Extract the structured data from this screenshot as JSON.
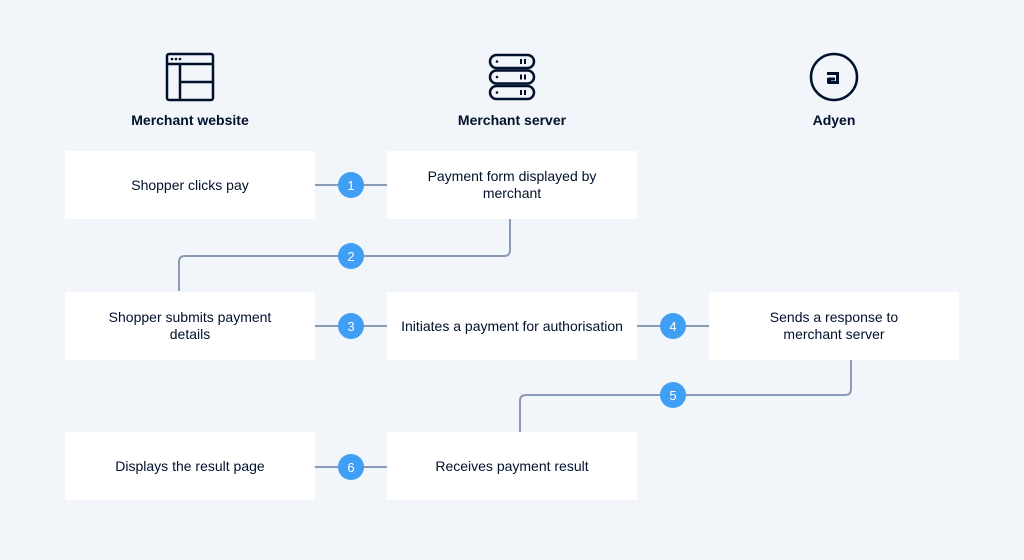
{
  "columns": [
    {
      "title": "Merchant website",
      "icon": "browser-window-icon"
    },
    {
      "title": "Merchant server",
      "icon": "server-stack-icon"
    },
    {
      "title": "Adyen",
      "icon": "adyen-logo-icon"
    }
  ],
  "boxes": {
    "shopper_clicks_pay": "Shopper clicks pay",
    "payment_form_displayed": "Payment form displayed by merchant",
    "shopper_submits_details": "Shopper submits payment details",
    "initiates_payment": "Initiates a payment for authorisation",
    "sends_response": "Sends a response to merchant server",
    "displays_result": "Displays the result page",
    "receives_result": "Receives payment result"
  },
  "steps": [
    "1",
    "2",
    "3",
    "4",
    "5",
    "6"
  ],
  "colors": {
    "background": "#f2f5f9",
    "box": "#ffffff",
    "connector": "#8a9bb3",
    "step_badge": "#3f9ff5",
    "text": "#00112c"
  }
}
